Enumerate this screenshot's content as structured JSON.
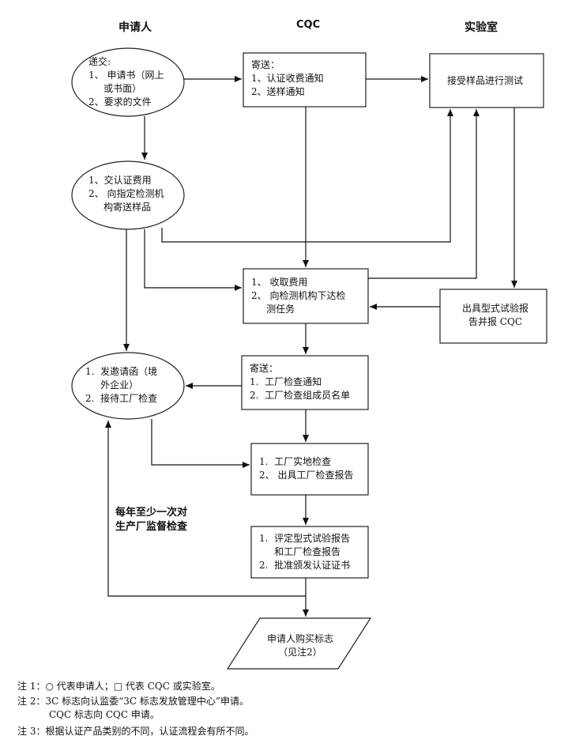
{
  "columns": {
    "applicant": "申请人",
    "cqc": "CQC",
    "lab": "实验室"
  },
  "nodes": {
    "submit": "递交:\n1、 申请书（网上\n     或书面）\n2、要求的文件",
    "pay_send": "1、交认证费用\n2、 向指定检测机\n     构寄送样品",
    "invitation": "1.  发邀请函（境\n     外企业）\n2.  接待工厂检查",
    "cqc_send1": "寄送：\n1、认证收费通知\n2、送样通知",
    "lab_test": "接受样品进行测试",
    "cqc_collect": "1、 收取费用\n2、 向检测机构下达检\n     测任务",
    "lab_report": "出具型式试验报\n告并报 CQC",
    "cqc_send2": "寄送：\n1.  工厂检查通知\n2.  工厂检查组成员名单",
    "inspection": "1.  工厂实地检查\n2、 出具工厂检查报告",
    "evaluate": "1.  评定型式试验报告\n     和工厂检查报告\n2.  批准颁发认证证书",
    "buy_mark": "申请人购买标志\n（见注2）"
  },
  "annotation": "每年至少一次对\n生产厂监督检查",
  "notes": {
    "note1": "注 1：○ 代表申请人；□ 代表 CQC 或实验室。",
    "note2a": "注 2：3C 标志向认监委“3C 标志发放管理中心”申请。",
    "note2b": "CQC 标志向 CQC 申请。",
    "note3": "注 3：根据认证产品类别的不同，认证流程会有所不同。"
  }
}
